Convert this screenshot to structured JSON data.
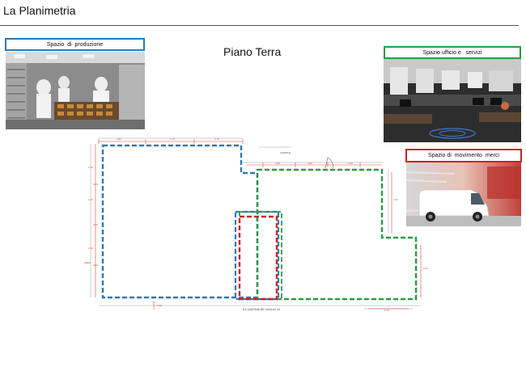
{
  "page": {
    "title": "La Planimetria",
    "floor_heading": "Piano Terra"
  },
  "zones": {
    "production": {
      "label": "Spazio  di  produzione",
      "color": "#2a7ab8",
      "image": "photo of workers in a commercial bakery kitchen"
    },
    "office": {
      "label": "Spazio ufficio e   servizi",
      "color": "#2b9a45",
      "image": "photo of an open-plan office"
    },
    "goods": {
      "label": "Spazio di  movimento  merci",
      "color": "#cc2222",
      "image": "photo of a white delivery van in motion"
    }
  },
  "plan": {
    "caption_bottom": "EX CANTINA DE CAGLIO 19"
  }
}
